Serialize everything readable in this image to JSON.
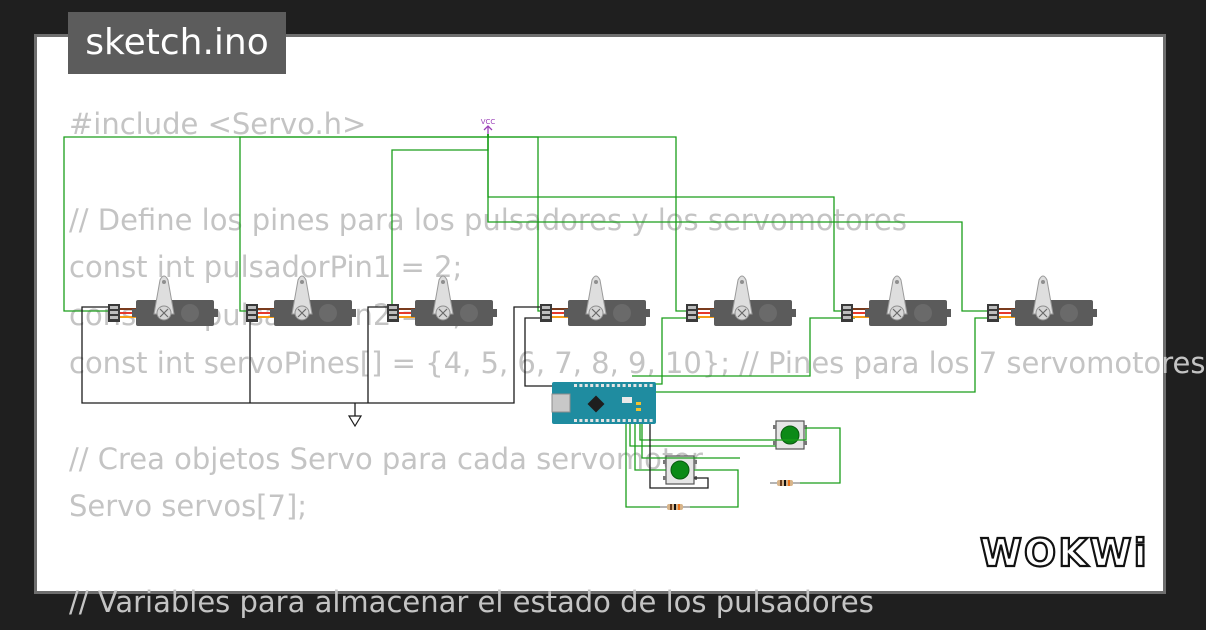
{
  "badge": {
    "filename": "sketch.ino"
  },
  "code_lines": [
    "#include <Servo.h>",
    "",
    "// Define los pines para los pulsadores y los servomotores",
    "const int pulsadorPin1 = 2;",
    "const int pulsadorPin2 = 3;",
    "const int servoPines[] = {4, 5, 6, 7, 8, 9, 10}; // Pines para los 7 servomotores",
    "",
    "// Crea objetos Servo para cada servomotor",
    "Servo servos[7];",
    "",
    "// Variables para almacenar el estado de los pulsadores"
  ],
  "circuit": {
    "vcc_label": "VCC",
    "servo_count": 7,
    "pushbutton_count": 2,
    "resistor_count": 2,
    "board": "arduino-nano",
    "wire_color": "#1a9e1a"
  },
  "logo": {
    "text": "WOKWi"
  },
  "colors": {
    "background": "#1f1f1f",
    "card": "#ffffff",
    "badge": "#5c5c5c",
    "code_text": "#c4c4c4"
  }
}
